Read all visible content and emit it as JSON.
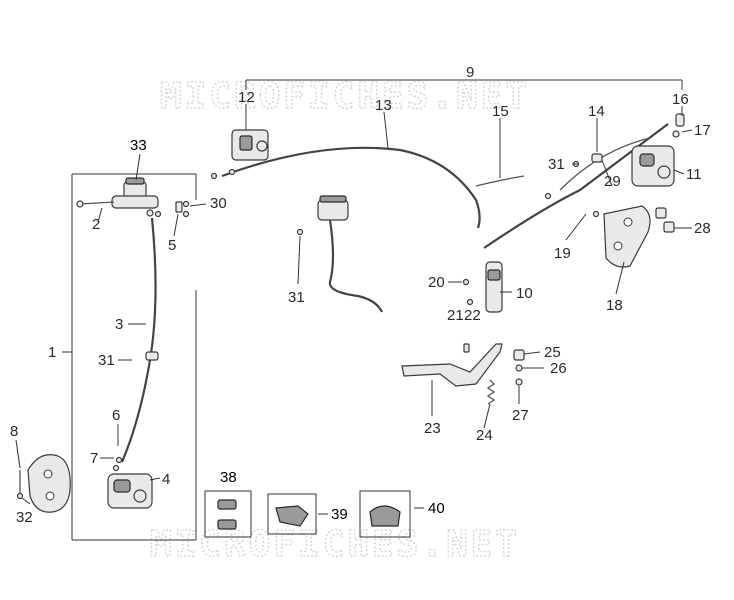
{
  "watermark": {
    "top_text": "MICROFICHES.NET",
    "bottom_text": "MICROFICHES.NET"
  },
  "callouts": {
    "c1": "1",
    "c2": "2",
    "c3": "3",
    "c4": "4",
    "c5": "5",
    "c6": "6",
    "c7": "7",
    "c8": "8",
    "c9": "9",
    "c10": "10",
    "c11": "11",
    "c12": "12",
    "c13": "13",
    "c14": "14",
    "c15": "15",
    "c16": "16",
    "c17": "17",
    "c18": "18",
    "c19": "19",
    "c20": "20",
    "c21": "21",
    "c22": "22",
    "c23": "23",
    "c24": "24",
    "c25": "25",
    "c26": "26",
    "c27": "27",
    "c28": "28",
    "c29": "29",
    "c30": "30",
    "c31a": "31",
    "c31b": "31",
    "c31c": "31",
    "c32": "32",
    "c33": "33",
    "c38": "38",
    "c39": "39",
    "c40": "40"
  }
}
